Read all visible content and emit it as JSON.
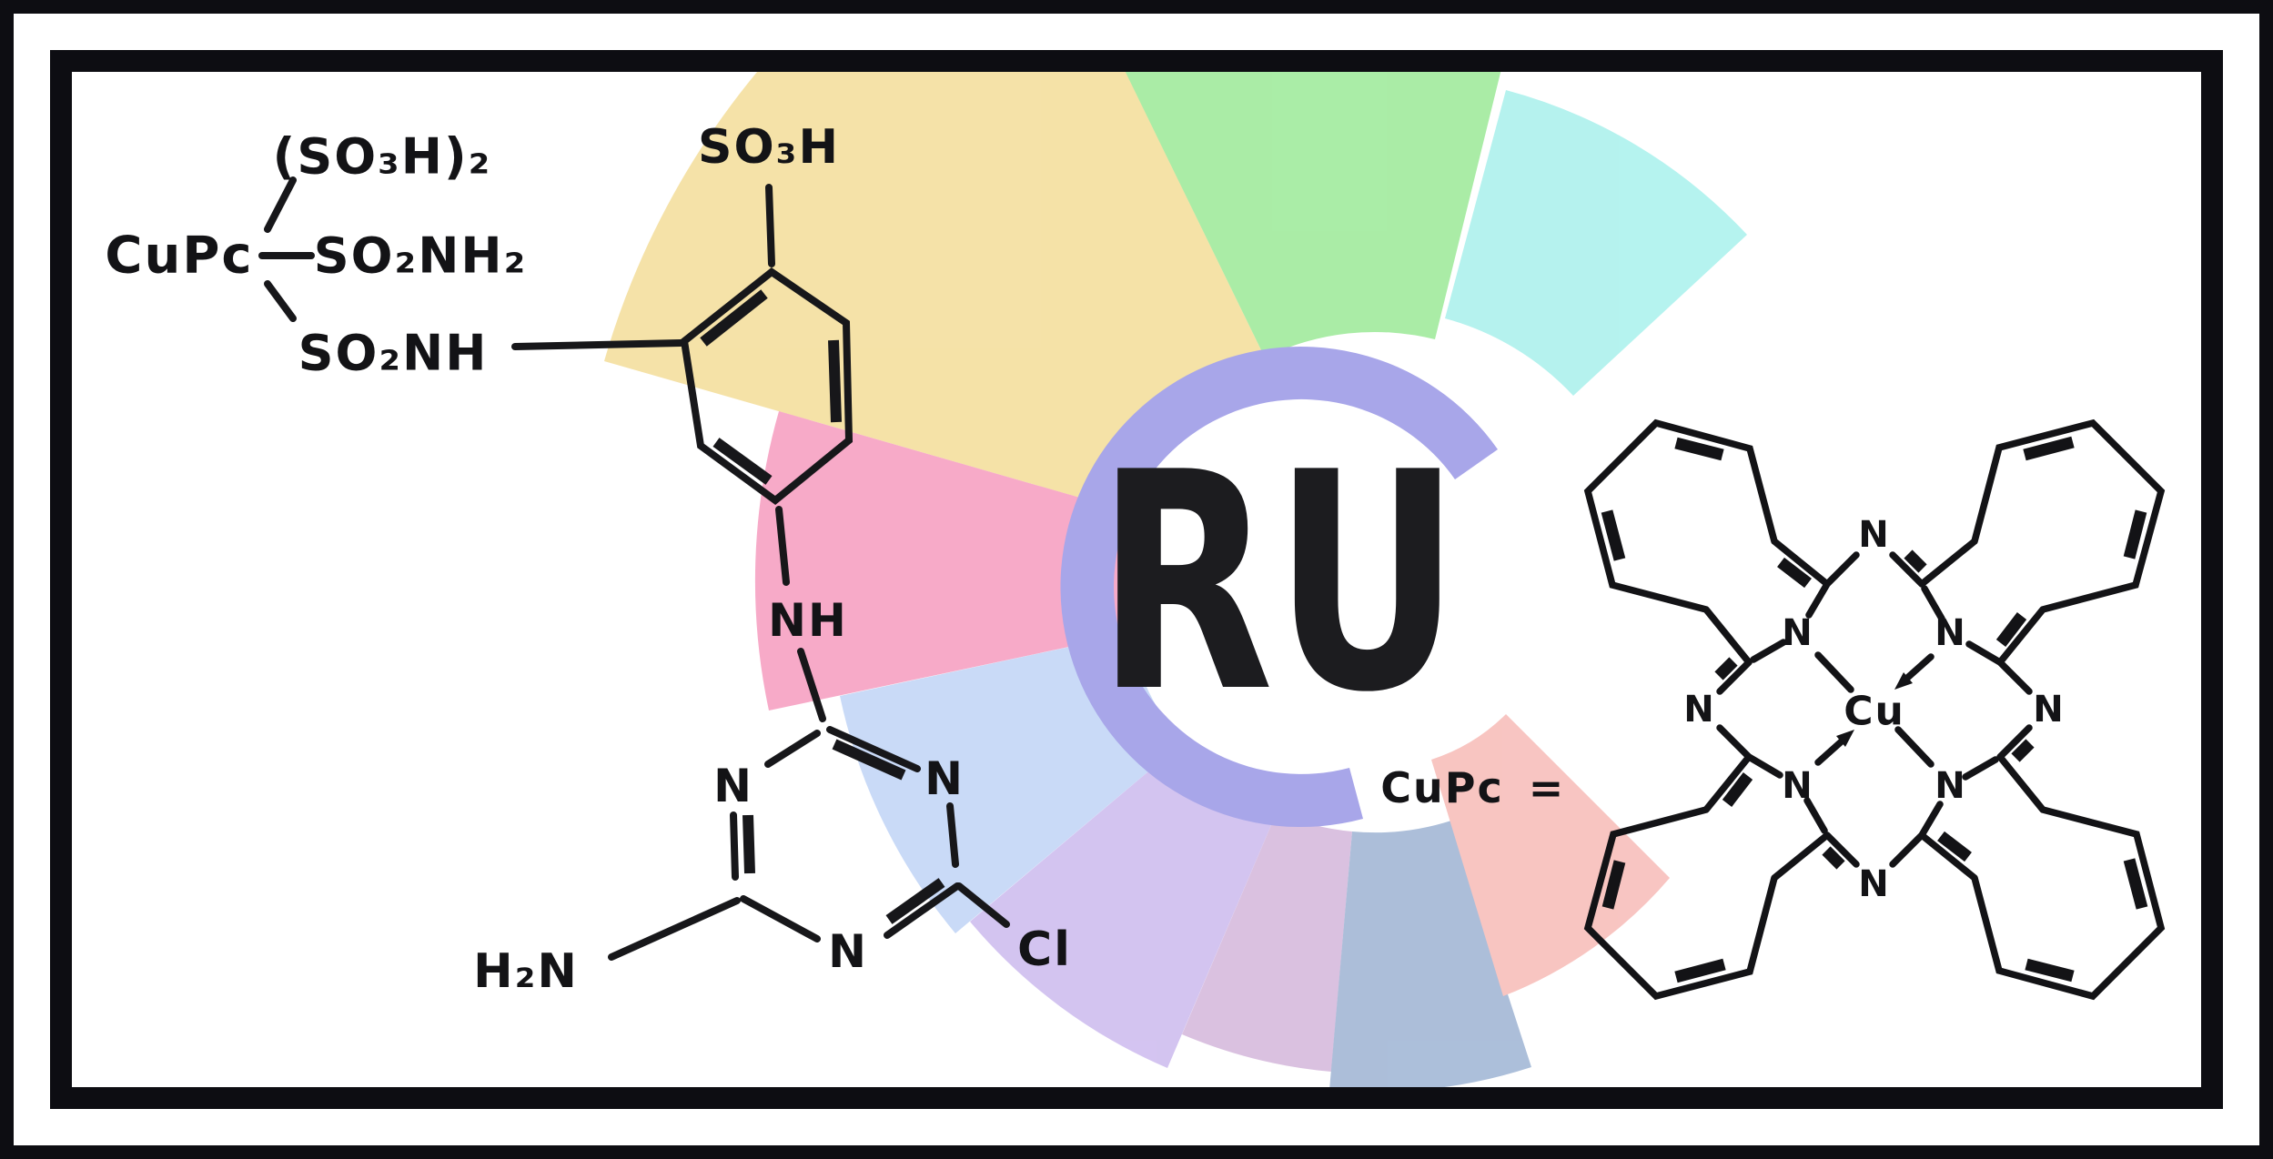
{
  "figure": {
    "description": "Scanned chemical structure figure of a copper phthalocyanine reactive dye with chlorotriazine group, and CuPc macrocycle definition",
    "background": "#ffffff",
    "frame_color": "#0d0d12"
  },
  "watermark": {
    "letters": "RU",
    "letters_color": "#b5d7c7",
    "ring_color": "#a5a3e9",
    "segments": [
      {
        "name": "yellow",
        "color": "#f5e1a4"
      },
      {
        "name": "green",
        "color": "#a7eca3"
      },
      {
        "name": "cyan",
        "color": "#b2f2ee"
      },
      {
        "name": "pink",
        "color": "#f7a7c6"
      },
      {
        "name": "light-blue",
        "color": "#c7d9f7"
      },
      {
        "name": "lavender",
        "color": "#d2c2f0"
      },
      {
        "name": "mauve",
        "color": "#d9bfdf"
      },
      {
        "name": "blue-gray",
        "color": "#a9bcd8"
      },
      {
        "name": "salmon",
        "color": "#f8c3bf"
      }
    ]
  },
  "dye": {
    "cupc": "CuPc",
    "sulfo_di": "(SO₃H)₂",
    "sulfonamide": "SO₂NH₂",
    "sulfonamide_link": "SO₂NH",
    "sulfo": "SO₃H",
    "nh": "NH",
    "n": "N",
    "amine": "H₂N",
    "chloro": "Cl"
  },
  "equation": {
    "label": "CuPc",
    "equals": "="
  },
  "pc": {
    "cu": "Cu",
    "n": "N"
  }
}
